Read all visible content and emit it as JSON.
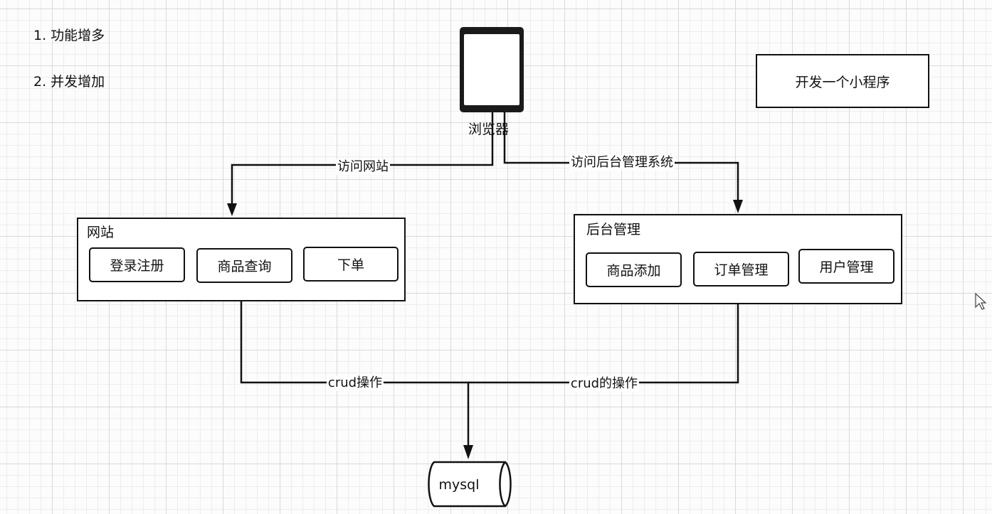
{
  "notes": {
    "item1": "1. 功能增多",
    "item2": "2. 并发增加"
  },
  "device": {
    "label": "浏览器"
  },
  "mini_program": {
    "label": "开发一个小程序"
  },
  "website": {
    "title": "网站",
    "buttons": [
      "登录注册",
      "商品查询",
      "下单"
    ]
  },
  "admin": {
    "title": "后台管理",
    "buttons": [
      "商品添加",
      "订单管理",
      "用户管理"
    ]
  },
  "edges": {
    "visit_site": "访问网站",
    "visit_admin": "访问后台管理系统",
    "crud_site": "crud操作",
    "crud_admin": "crud的操作"
  },
  "database": {
    "label": "mysql"
  }
}
